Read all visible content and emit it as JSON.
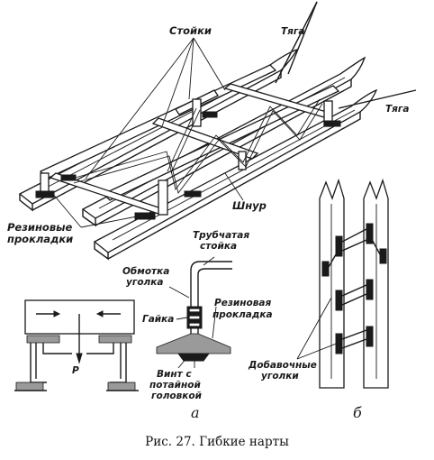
{
  "labels": {
    "stoyki": "Стойки",
    "tyaga_top": "Тяга",
    "tyaga_right": "Тяга",
    "shnur": "Шнур",
    "rezinovye_1": "Резиновые",
    "rezinovye_2": "прокладки",
    "trubchataya_1": "Трубчатая",
    "trubchataya_2": "стойка",
    "obmotka_1": "Обмотка",
    "obmotka_2": "уголка",
    "rezinovaya_1": "Резиновая",
    "rezinovaya_2": "прокладка",
    "gaika": "Гайка",
    "vint_1": "Винт с",
    "vint_2": "потайной",
    "vint_3": "головкой",
    "dobavochnye_1": "Добавочные",
    "dobavochnye_2": "уголки",
    "force_p": "P",
    "sub_a": "а",
    "sub_b": "б"
  },
  "caption": "Рис. 27. Гибкие нарты"
}
